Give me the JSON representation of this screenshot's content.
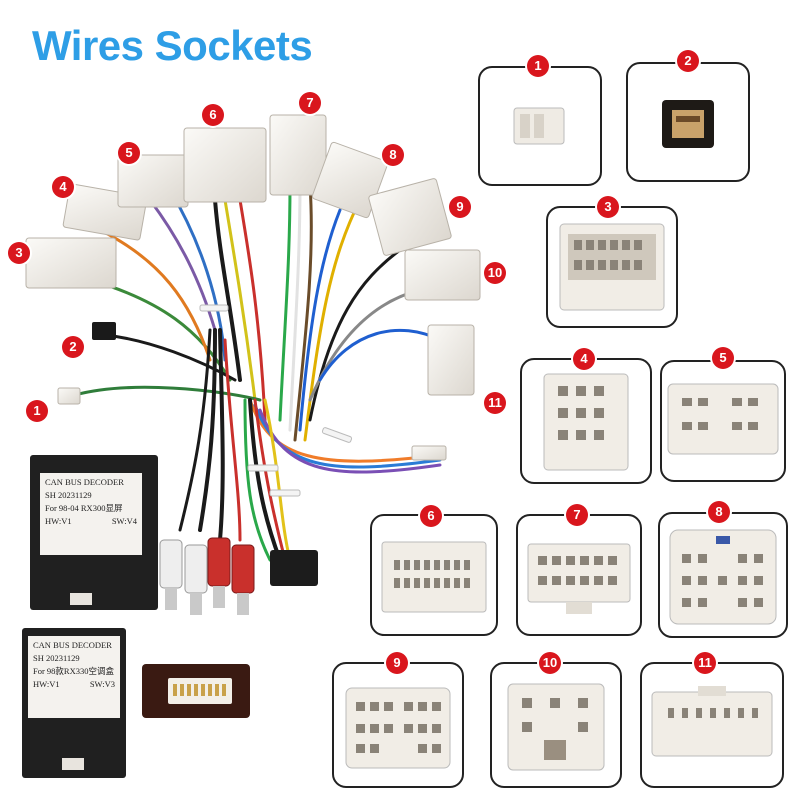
{
  "title": "Wires Sockets",
  "harness_callouts": [
    "1",
    "2",
    "3",
    "4",
    "5",
    "6",
    "7",
    "8",
    "9",
    "10",
    "11"
  ],
  "socket_panels": [
    {
      "number": "1"
    },
    {
      "number": "2"
    },
    {
      "number": "3"
    },
    {
      "number": "4"
    },
    {
      "number": "5"
    },
    {
      "number": "6"
    },
    {
      "number": "7"
    },
    {
      "number": "8"
    },
    {
      "number": "9"
    },
    {
      "number": "10"
    },
    {
      "number": "11"
    }
  ],
  "decoders": [
    {
      "l1": "CAN BUS DECODER",
      "l2": "SH   20231129",
      "l3": "For 98-04 RX300显屏",
      "l4a": "HW:V1",
      "l4b": "SW:V4"
    },
    {
      "l1": "CAN BUS DECODER",
      "l2": "SH   20231129",
      "l3": "For 98款RX330空调盒",
      "l4a": "HW:V1",
      "l4b": "SW:V3"
    }
  ],
  "colors": {
    "title": "#2e9ee6",
    "badge": "#d9161d",
    "connector": "#f1ede6",
    "decoder": "#202020"
  }
}
